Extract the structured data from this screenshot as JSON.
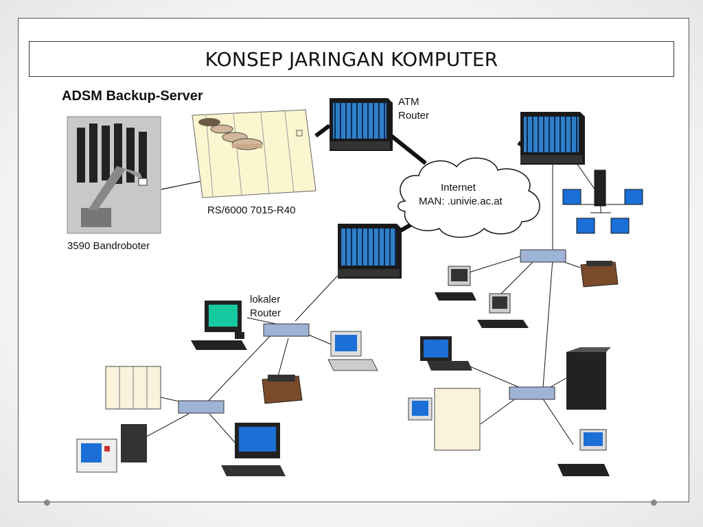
{
  "slide": {
    "title": "KONSEP JARINGAN KOMPUTER"
  },
  "diagram": {
    "heading": "ADSM Backup-Server",
    "labels": {
      "robot": "3590 Bandroboter",
      "server": "RS/6000 7015-R40",
      "atm_router_line1": "ATM",
      "atm_router_line2": "Router",
      "internet_line1": "Internet",
      "internet_line2": "MAN: .univie.ac.at",
      "local_router_line1": "lokaler",
      "local_router_line2": "Router"
    },
    "colors": {
      "router_blue": "#2f7fc8",
      "screen_green": "#17c9a0",
      "screen_blue": "#1b6fd6",
      "server_beige": "#fbf6d0",
      "cloud": "#ffffff"
    },
    "icons": [
      "robot-icon",
      "server-rack-icon",
      "router-icon",
      "cloud-icon",
      "hub-icon",
      "workstation-icon",
      "laptop-icon",
      "printer-icon",
      "tower-pc-icon"
    ]
  }
}
